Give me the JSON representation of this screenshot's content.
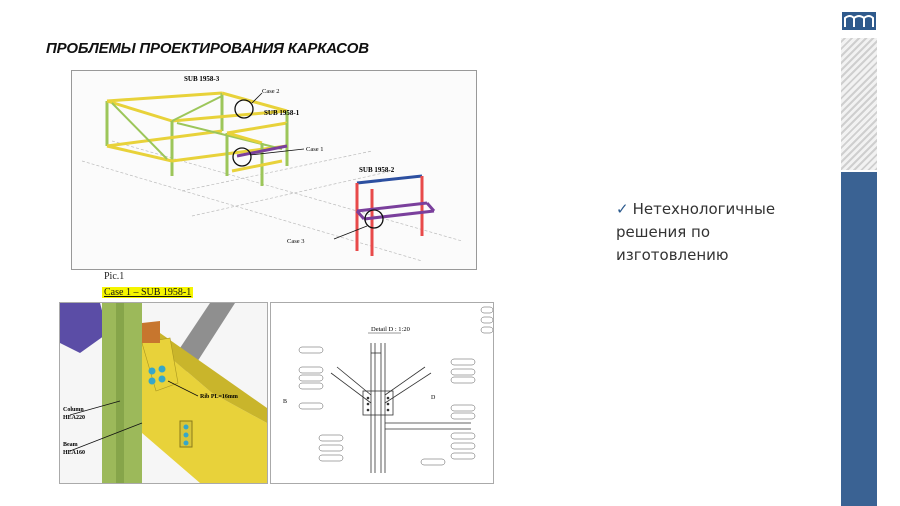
{
  "slide": {
    "title": "ПРОБЛЕМЫ ПРОЕКТИРОВАНИЯ КАРКАСОВ",
    "bullet": "Нетехнологичные решения по изготовлению",
    "figure1_caption": "Pic.1",
    "highlight_caption": "Case 1 – SUB 1958-1"
  },
  "figure1": {
    "labels": {
      "sub_3": "SUB 1958-3",
      "sub_1": "SUB 1958-1",
      "sub_2": "SUB 1958-2",
      "case_1": "Case 1",
      "case_2": "Case 2",
      "case_3": "Case 3"
    }
  },
  "figure2": {
    "column": "Column\nHEA220",
    "beam": "Beam\nHEA160",
    "rib": "Rib PL=16mm"
  },
  "figure3": {
    "detail_title": "Detail D : 1:20"
  },
  "colors": {
    "sidebar_blue": "#3a6293",
    "beam_yellow": "#e8d23a",
    "beam_green": "#9cc65a",
    "highlight": "#f5f500"
  }
}
